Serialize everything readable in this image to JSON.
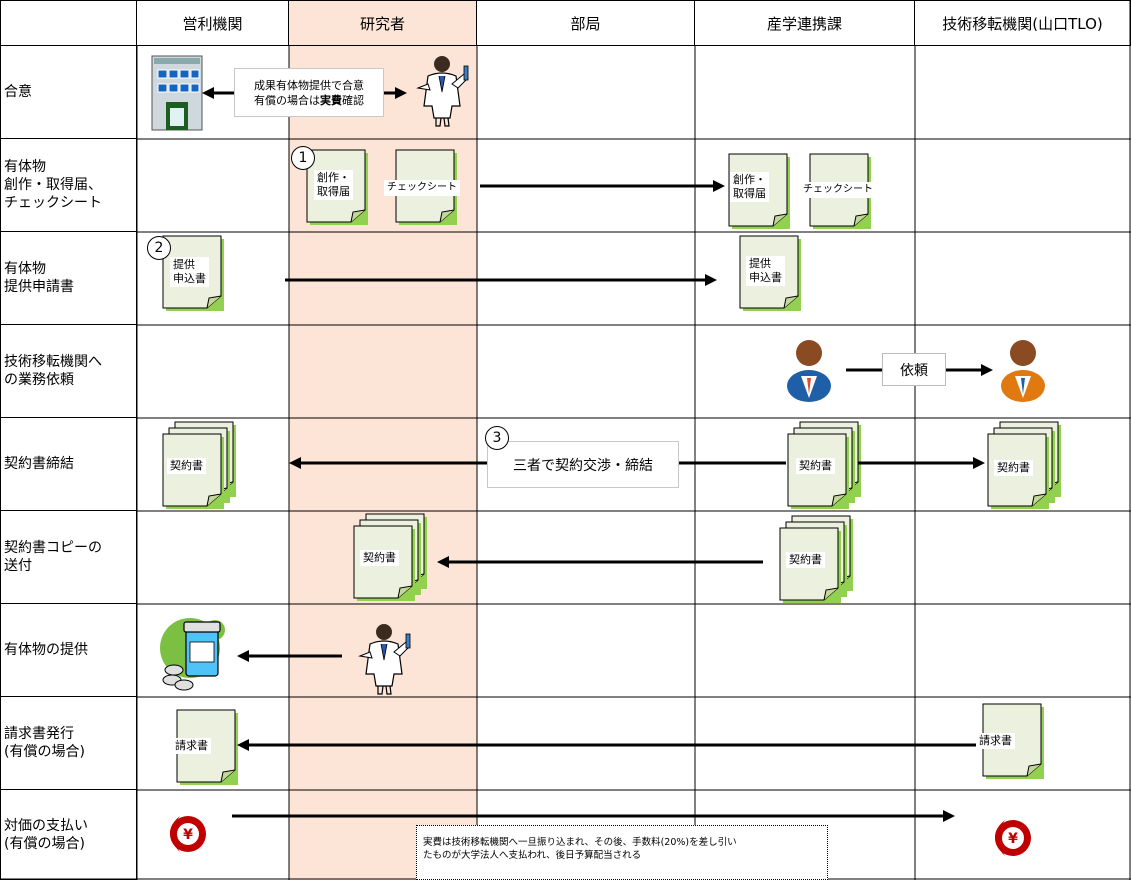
{
  "headers": [
    "営利機関",
    "研究者",
    "部局",
    "産学連携課",
    "技術移転機関(山口TLO)"
  ],
  "rows": [
    "合意",
    "有体物\n創作・取得届、\nチェックシート",
    "有体物\n提供申請書",
    "技術移転機関へ\nの業務依頼",
    "契約書締結",
    "契約書コピーの\n送付",
    "有体物の提供",
    "請求書発行\n(有償の場合)",
    "対価の支払い\n(有償の場合)"
  ],
  "agreement": {
    "line1": "成果有体物提供で合意",
    "line2_prefix": "有償の場合は",
    "line2_bold": "実費",
    "line2_suffix": "確認"
  },
  "docs": {
    "creation": "創作・\n取得届",
    "checksheet": "チェックシート",
    "application": "提供\n申込書",
    "contract": "契約書",
    "invoice": "請求書"
  },
  "request_label": "依頼",
  "negotiation_label": "三者で契約交渉・締結",
  "steps": [
    "1",
    "2",
    "3"
  ],
  "payment_note": {
    "line1": "実費は技術移転機関へ一旦振り込まれ、その後、手数料(20%)を差し引い",
    "line2": "たものが大学法人へ支払われ、後日予算配当される"
  },
  "colors": {
    "researcher_column": "#fce4d6",
    "document_fill": "#ebf1de",
    "document_shadow": "#92d050",
    "yen_red": "#c00000"
  }
}
